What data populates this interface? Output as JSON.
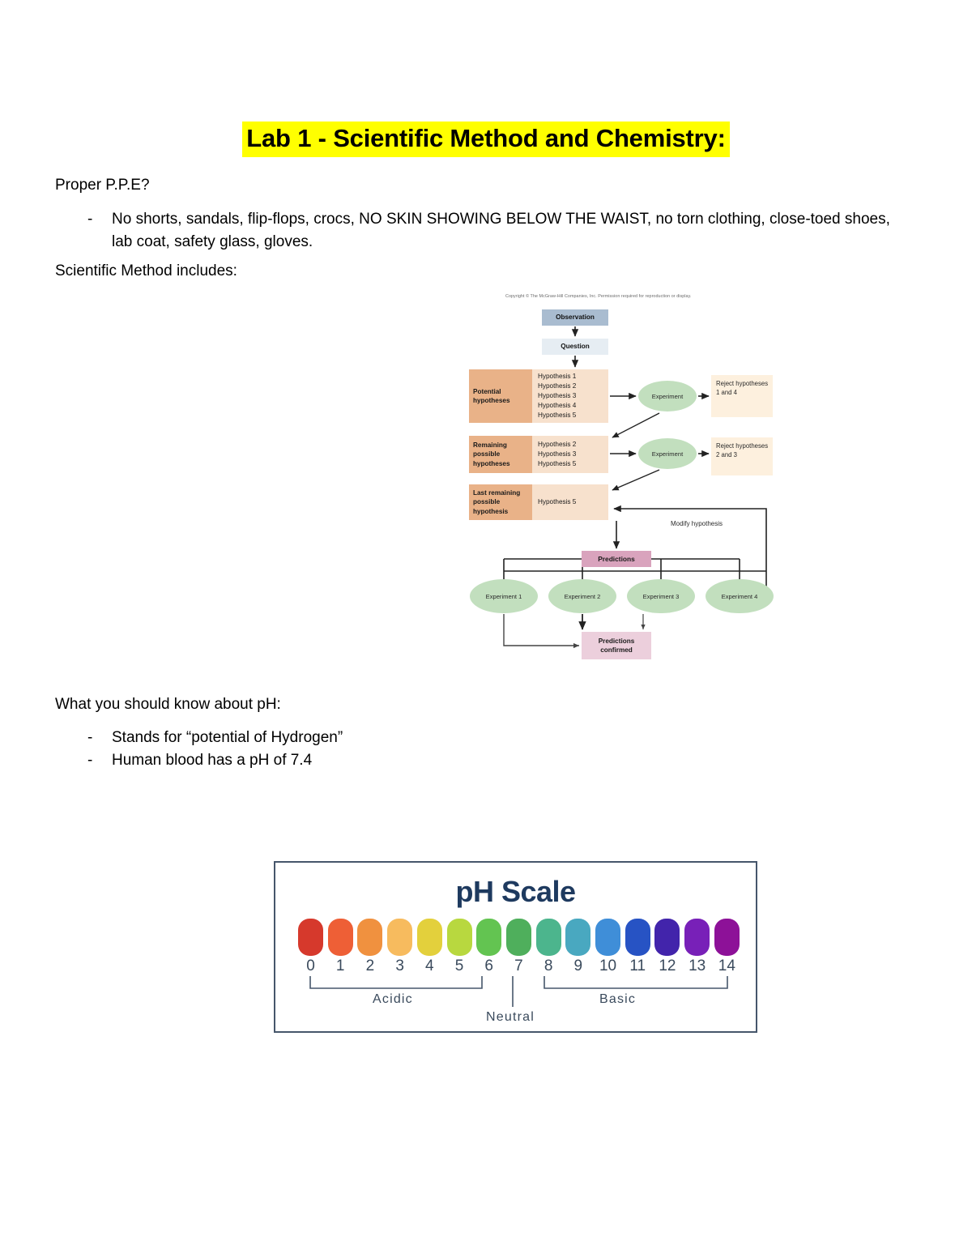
{
  "document": {
    "title": "Lab 1 - Scientific Method and Chemistry:",
    "title_highlight_color": "#FFFF00",
    "sections": {
      "ppe_heading": "Proper P.P.E?",
      "ppe_bullets": [
        "No shorts, sandals, flip-flops, crocs, NO SKIN SHOWING BELOW THE WAIST, no torn clothing, close-toed shoes, lab coat, safety glass, gloves."
      ],
      "scientific_method_heading": "Scientific Method includes:",
      "ph_heading": "What you should know about pH:",
      "ph_bullets": [
        "Stands for “potential of Hydrogen”",
        "Human blood has a pH of 7.4"
      ],
      "bullet_marker": "-"
    }
  },
  "flowchart": {
    "copyright": "Copyright © The McGraw-Hill Companies, Inc. Permission required for reproduction or display.",
    "observation": "Observation",
    "question": "Question",
    "groups": [
      {
        "label": "Potential hypotheses",
        "items": [
          "Hypothesis 1",
          "Hypothesis 2",
          "Hypothesis 3",
          "Hypothesis 4",
          "Hypothesis 5"
        ]
      },
      {
        "label": "Remaining possible hypotheses",
        "items": [
          "Hypothesis 2",
          "Hypothesis 3",
          "Hypothesis 5"
        ]
      },
      {
        "label": "Last remaining possible hypothesis",
        "items": [
          "Hypothesis 5"
        ]
      }
    ],
    "experiment_top": "Experiment",
    "experiment_mid": "Experiment",
    "reject_one": "Reject hypotheses 1 and 4",
    "reject_two": "Reject hypotheses 2 and 3",
    "modify_hypothesis": "Modify hypothesis",
    "predictions": "Predictions",
    "predictions_confirmed_line1": "Predictions",
    "predictions_confirmed_line2": "confirmed",
    "experiments": [
      "Experiment 1",
      "Experiment 2",
      "Experiment 3",
      "Experiment 4"
    ],
    "colors": {
      "observation_box": "#a9bcd0",
      "question_box": "#e6edf3",
      "group_label": "#e9b288",
      "group_items": "#f7e1cd",
      "experiment_oval": "#c2dfbe",
      "reject_box": "#fdf0de",
      "predictions_box": "#d9a3bd",
      "predictions_confirmed_box": "#eccfdc"
    }
  },
  "ph_scale": {
    "title": "pH Scale",
    "title_color": "#1e3a5f",
    "border_color": "#46566b",
    "values": [
      "0",
      "1",
      "2",
      "3",
      "4",
      "5",
      "6",
      "7",
      "8",
      "9",
      "10",
      "11",
      "12",
      "13",
      "14"
    ],
    "swatch_colors": [
      "#d6392c",
      "#ee5f36",
      "#f0913f",
      "#f7bb5e",
      "#e3d03c",
      "#b8d83f",
      "#63c451",
      "#4faf5c",
      "#4cb58d",
      "#49a8c0",
      "#3f8ed8",
      "#2753c4",
      "#4224ab",
      "#7820b8",
      "#8d1198"
    ],
    "ranges": {
      "acidic": "Acidic",
      "neutral": "Neutral",
      "basic": "Basic"
    },
    "acidic_range": [
      "0",
      "6"
    ],
    "neutral_point": "7",
    "basic_range": [
      "8",
      "14"
    ]
  },
  "chart_data": {
    "type": "bar",
    "title": "pH Scale",
    "categories": [
      "0",
      "1",
      "2",
      "3",
      "4",
      "5",
      "6",
      "7",
      "8",
      "9",
      "10",
      "11",
      "12",
      "13",
      "14"
    ],
    "values": [
      0,
      1,
      2,
      3,
      4,
      5,
      6,
      7,
      8,
      9,
      10,
      11,
      12,
      13,
      14
    ],
    "series": [
      {
        "name": "pH color scale",
        "values": [
          0,
          1,
          2,
          3,
          4,
          5,
          6,
          7,
          8,
          9,
          10,
          11,
          12,
          13,
          14
        ],
        "colors": [
          "#d6392c",
          "#ee5f36",
          "#f0913f",
          "#f7bb5e",
          "#e3d03c",
          "#b8d83f",
          "#63c451",
          "#4faf5c",
          "#4cb58d",
          "#49a8c0",
          "#3f8ed8",
          "#2753c4",
          "#4224ab",
          "#7820b8",
          "#8d1198"
        ]
      }
    ],
    "annotations": [
      "Acidic (0–6)",
      "Neutral (7)",
      "Basic (8–14)"
    ],
    "xlabel": "",
    "ylabel": "",
    "xlim": [
      0,
      14
    ],
    "grid": false,
    "legend": "none"
  }
}
